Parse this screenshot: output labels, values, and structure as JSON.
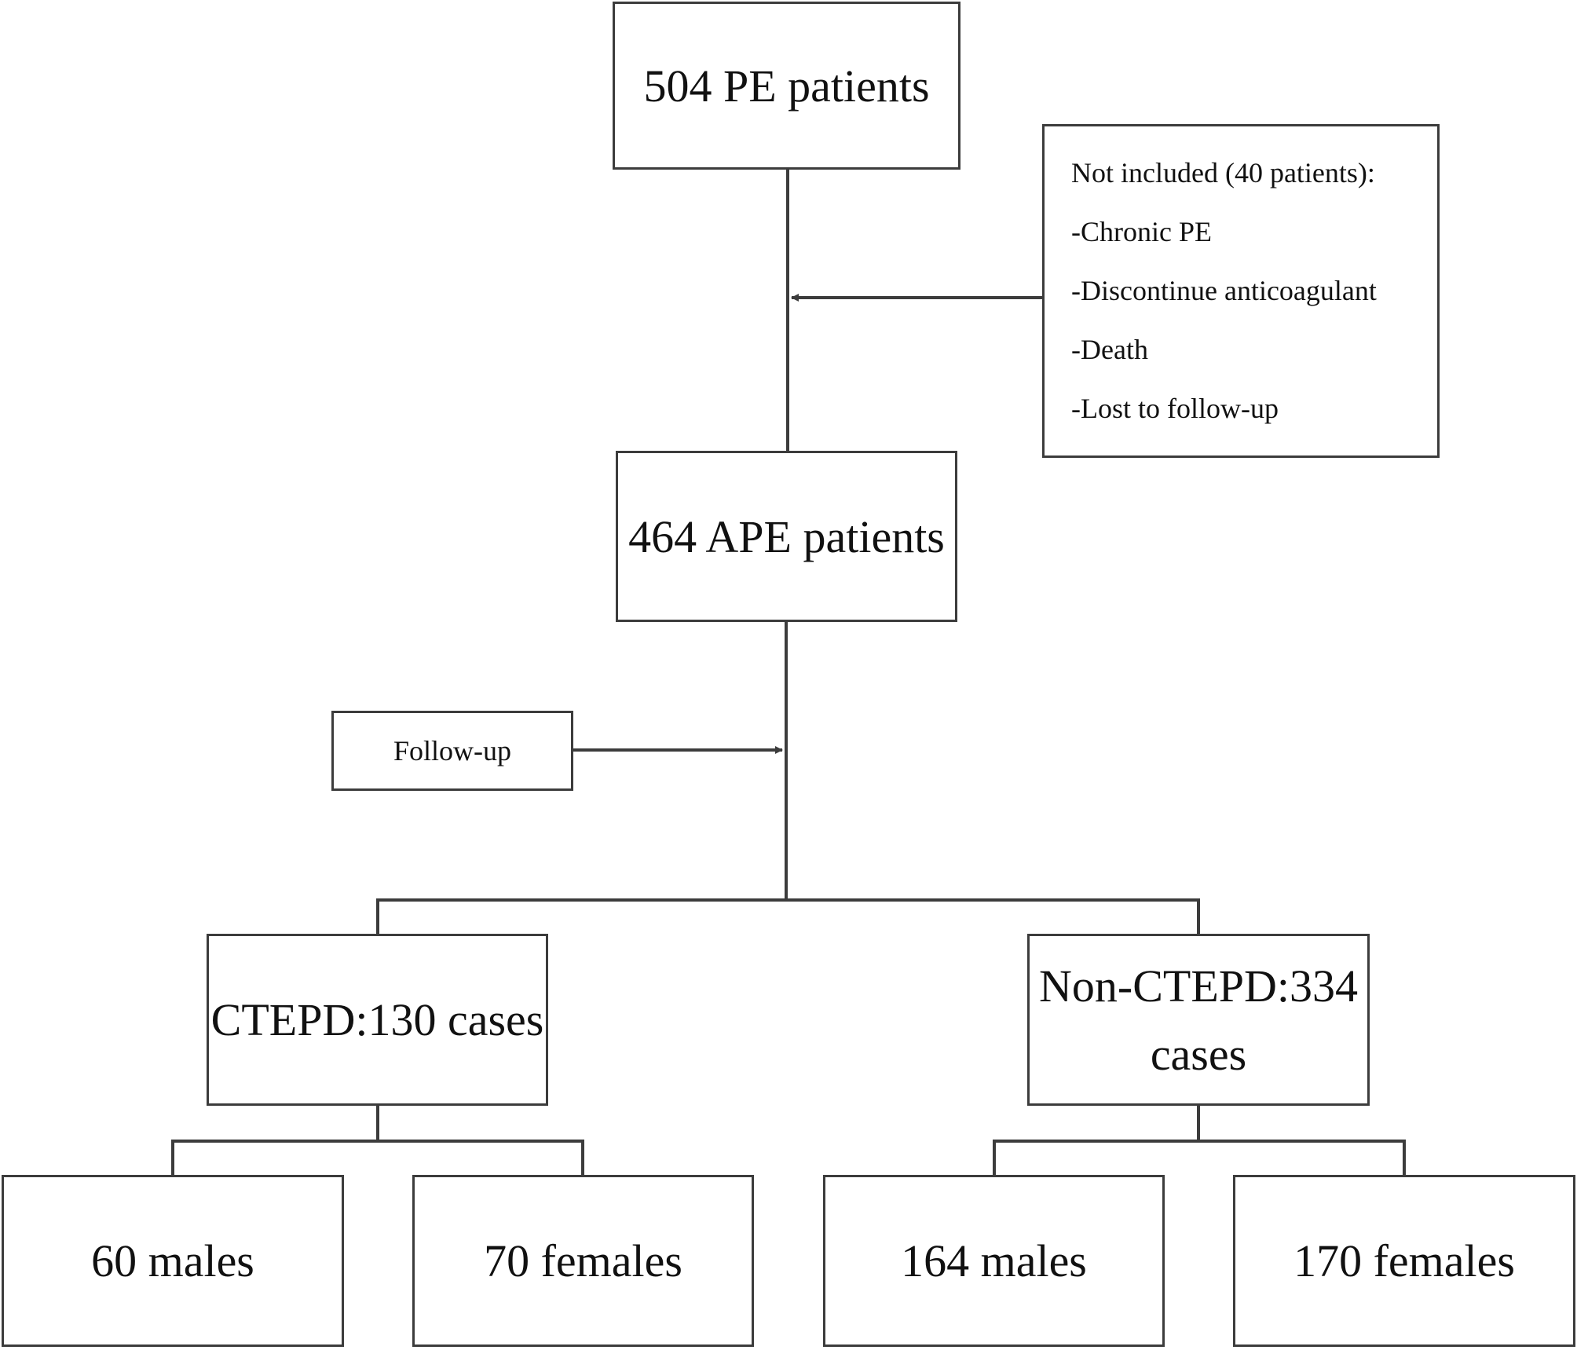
{
  "nodes": {
    "pe_patients": "504 PE patients",
    "exclusion": {
      "title": "Not included (40 patients):",
      "items": [
        "-Chronic PE",
        "-Discontinue anticoagulant",
        "-Death",
        "-Lost to follow-up"
      ]
    },
    "ape_patients": "464 APE patients",
    "follow_up": "Follow-up",
    "ctepd": "CTEPD:130 cases",
    "non_ctepd": "Non-CTEPD:334 cases",
    "ctepd_males": "60 males",
    "ctepd_females": "70 females",
    "non_ctepd_males": "164 males",
    "non_ctepd_females": "170 females"
  }
}
